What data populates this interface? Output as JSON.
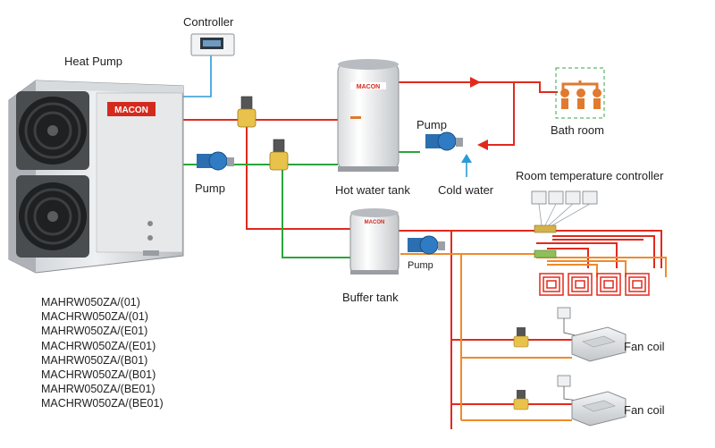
{
  "labels": {
    "controller": "Controller",
    "heat_pump": "Heat Pump",
    "pump_1": "Pump",
    "pump_2": "Pump",
    "pump_3": "Pump",
    "hot_water_tank": "Hot water tank",
    "cold_water": "Cold water",
    "bath_room": "Bath room",
    "room_temperature_controller": "Room temperature controller",
    "buffer_tank": "Buffer tank",
    "fan_coil_1": "Fan coil",
    "fan_coil_2": "Fan coil"
  },
  "brand": {
    "heat_pump_logo": "MACON",
    "hot_tank_logo": "MACON",
    "buffer_tank_logo": "MACON"
  },
  "models": [
    "MAHRW050ZA/(01)",
    "MACHRW050ZA/(01)",
    "MAHRW050ZA/(E01)",
    "MACHRW050ZA/(E01)",
    "MAHRW050ZA/(B01)",
    "MACHRW050ZA/(B01)",
    "MAHRW050ZA/(BE01)",
    "MACHRW050ZA/(BE01)"
  ],
  "colors": {
    "hot_pipe": "#e02a1e",
    "warm_pipe": "#f08a2a",
    "return_pipe": "#2aa63a",
    "signal_wire": "#2a9ad8",
    "brand_red": "#d42a1e"
  }
}
